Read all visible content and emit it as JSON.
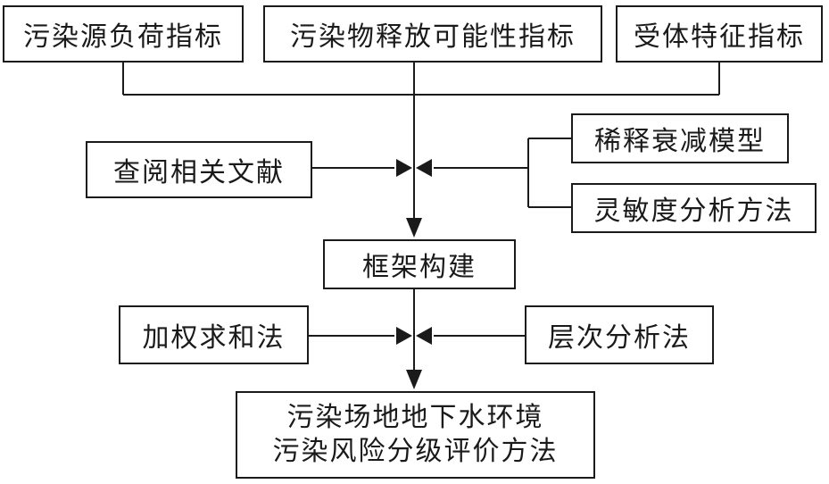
{
  "nodes": {
    "pollution_source_load": "污染源负荷指标",
    "pollutant_release_possibility": "污染物释放可能性指标",
    "receptor_characteristics": "受体特征指标",
    "literature_review": "查阅相关文献",
    "dilution_attenuation_model": "稀释衰减模型",
    "sensitivity_analysis": "灵敏度分析方法",
    "framework_construction": "框架构建",
    "weighted_sum_method": "加权求和法",
    "analytic_hierarchy_process": "层次分析法",
    "final_method_line1": "污染场地地下水环境",
    "final_method_line2": "污染风险分级评价方法"
  },
  "colors": {
    "line": "#1a1a1a",
    "background": "#ffffff"
  }
}
